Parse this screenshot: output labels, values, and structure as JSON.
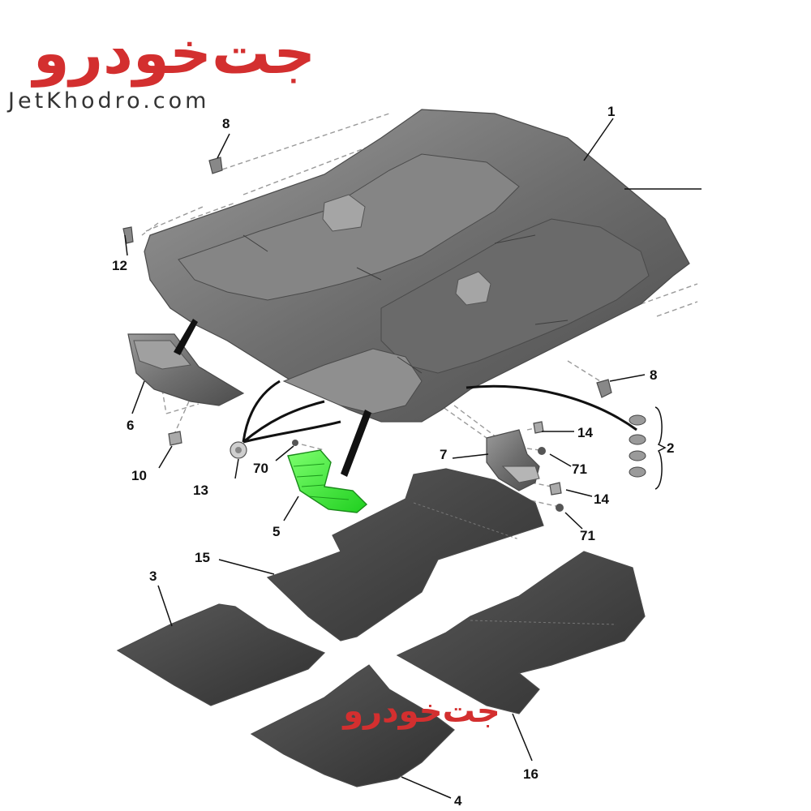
{
  "brand": {
    "logo_text": "جت‌خودرو",
    "url": "JetKhodro.com",
    "watermark_text": "جت‌خودرو",
    "accent_color": "#d32f2f"
  },
  "part_colors": {
    "body_dark": "#555555",
    "body_mid": "#7a7a7a",
    "mat": "#3f3f3f",
    "highlight_green": "#39e639"
  },
  "callouts": [
    {
      "id": "c1",
      "label": "1"
    },
    {
      "id": "c2",
      "label": "2"
    },
    {
      "id": "c3",
      "label": "3"
    },
    {
      "id": "c4",
      "label": "4"
    },
    {
      "id": "c5",
      "label": "5"
    },
    {
      "id": "c6",
      "label": "6"
    },
    {
      "id": "c7",
      "label": "7"
    },
    {
      "id": "c8a",
      "label": "8"
    },
    {
      "id": "c8b",
      "label": "8"
    },
    {
      "id": "c10",
      "label": "10"
    },
    {
      "id": "c12",
      "label": "12"
    },
    {
      "id": "c13",
      "label": "13"
    },
    {
      "id": "c14a",
      "label": "14"
    },
    {
      "id": "c14b",
      "label": "14"
    },
    {
      "id": "c15",
      "label": "15"
    },
    {
      "id": "c16",
      "label": "16"
    },
    {
      "id": "c70",
      "label": "70"
    },
    {
      "id": "c71a",
      "label": "71"
    },
    {
      "id": "c71b",
      "label": "71"
    }
  ]
}
